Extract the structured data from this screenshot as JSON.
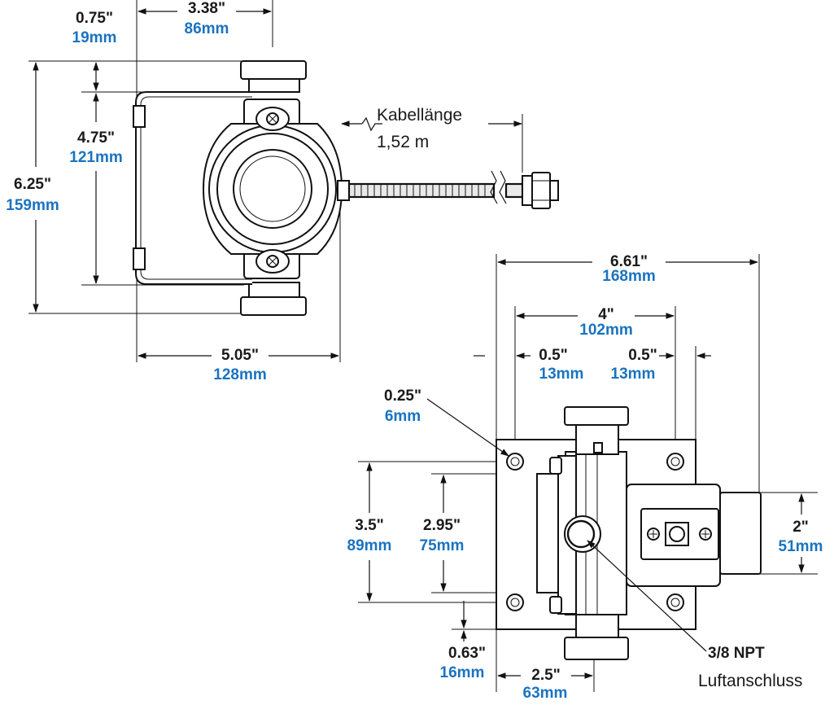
{
  "colors": {
    "line": "#111111",
    "imperial": "#1a1a1a",
    "metric": "#1a73c0"
  },
  "side_view": {
    "dim_top_offset": {
      "in": "0.75\"",
      "mm": "19mm"
    },
    "dim_top_width": {
      "in": "3.38\"",
      "mm": "86mm"
    },
    "dim_inner_height": {
      "in": "4.75\"",
      "mm": "121mm"
    },
    "dim_total_height": {
      "in": "6.25\"",
      "mm": "159mm"
    },
    "dim_depth": {
      "in": "5.05\"",
      "mm": "128mm"
    },
    "cable_label_1": "Kabellänge",
    "cable_label_2": "1,52 m"
  },
  "front_view": {
    "dim_total_width": {
      "in": "6.61\"",
      "mm": "168mm"
    },
    "dim_hole_spacing": {
      "in": "4\"",
      "mm": "102mm"
    },
    "dim_left_margin": {
      "in": "0.5\"",
      "mm": "13mm"
    },
    "dim_right_margin": {
      "in": "0.5\"",
      "mm": "13mm"
    },
    "dim_hole_dia": {
      "in": "0.25\"",
      "mm": "6mm"
    },
    "dim_hole_vspacing": {
      "in": "3.5\"",
      "mm": "89mm"
    },
    "dim_body_height": {
      "in": "2.95\"",
      "mm": "75mm"
    },
    "dim_outlet": {
      "in": "2\"",
      "mm": "51mm"
    },
    "dim_bottom_offset": {
      "in": "0.63\"",
      "mm": "16mm"
    },
    "dim_port_offset": {
      "in": "2.5\"",
      "mm": "63mm"
    },
    "port_label_1": "3/8 NPT",
    "port_label_2": "Luftanschluss"
  }
}
